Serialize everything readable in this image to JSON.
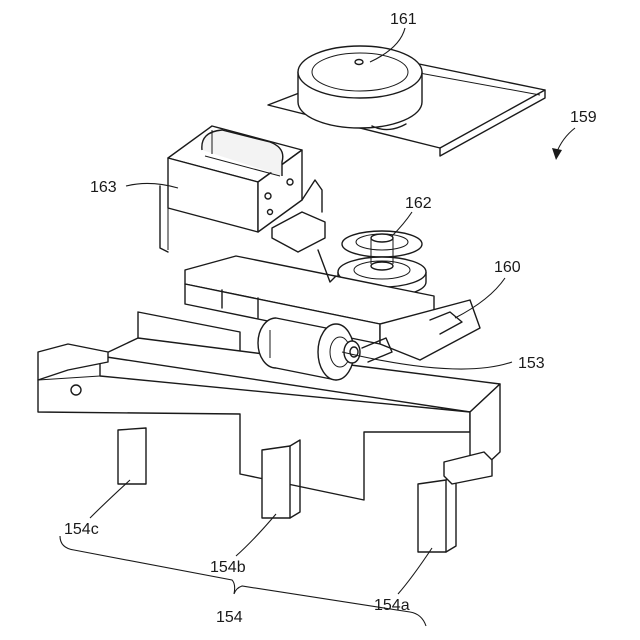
{
  "labels": {
    "l161": "161",
    "l159": "159",
    "l163": "163",
    "l162": "162",
    "l160": "160",
    "l153": "153",
    "l154c": "154c",
    "l154b": "154b",
    "l154a": "154a",
    "l154": "154"
  },
  "colors": {
    "line": "#1a1a1a",
    "background": "#ffffff"
  }
}
